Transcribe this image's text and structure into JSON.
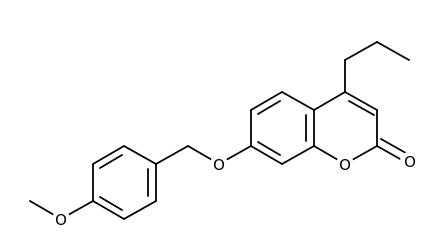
{
  "atoms": {
    "ring_oxygen": "O",
    "carbonyl_oxygen": "O",
    "ether_oxygen": "O",
    "methoxy_oxygen": "O"
  },
  "colors": {
    "bond": "#000000",
    "background": "#ffffff"
  }
}
